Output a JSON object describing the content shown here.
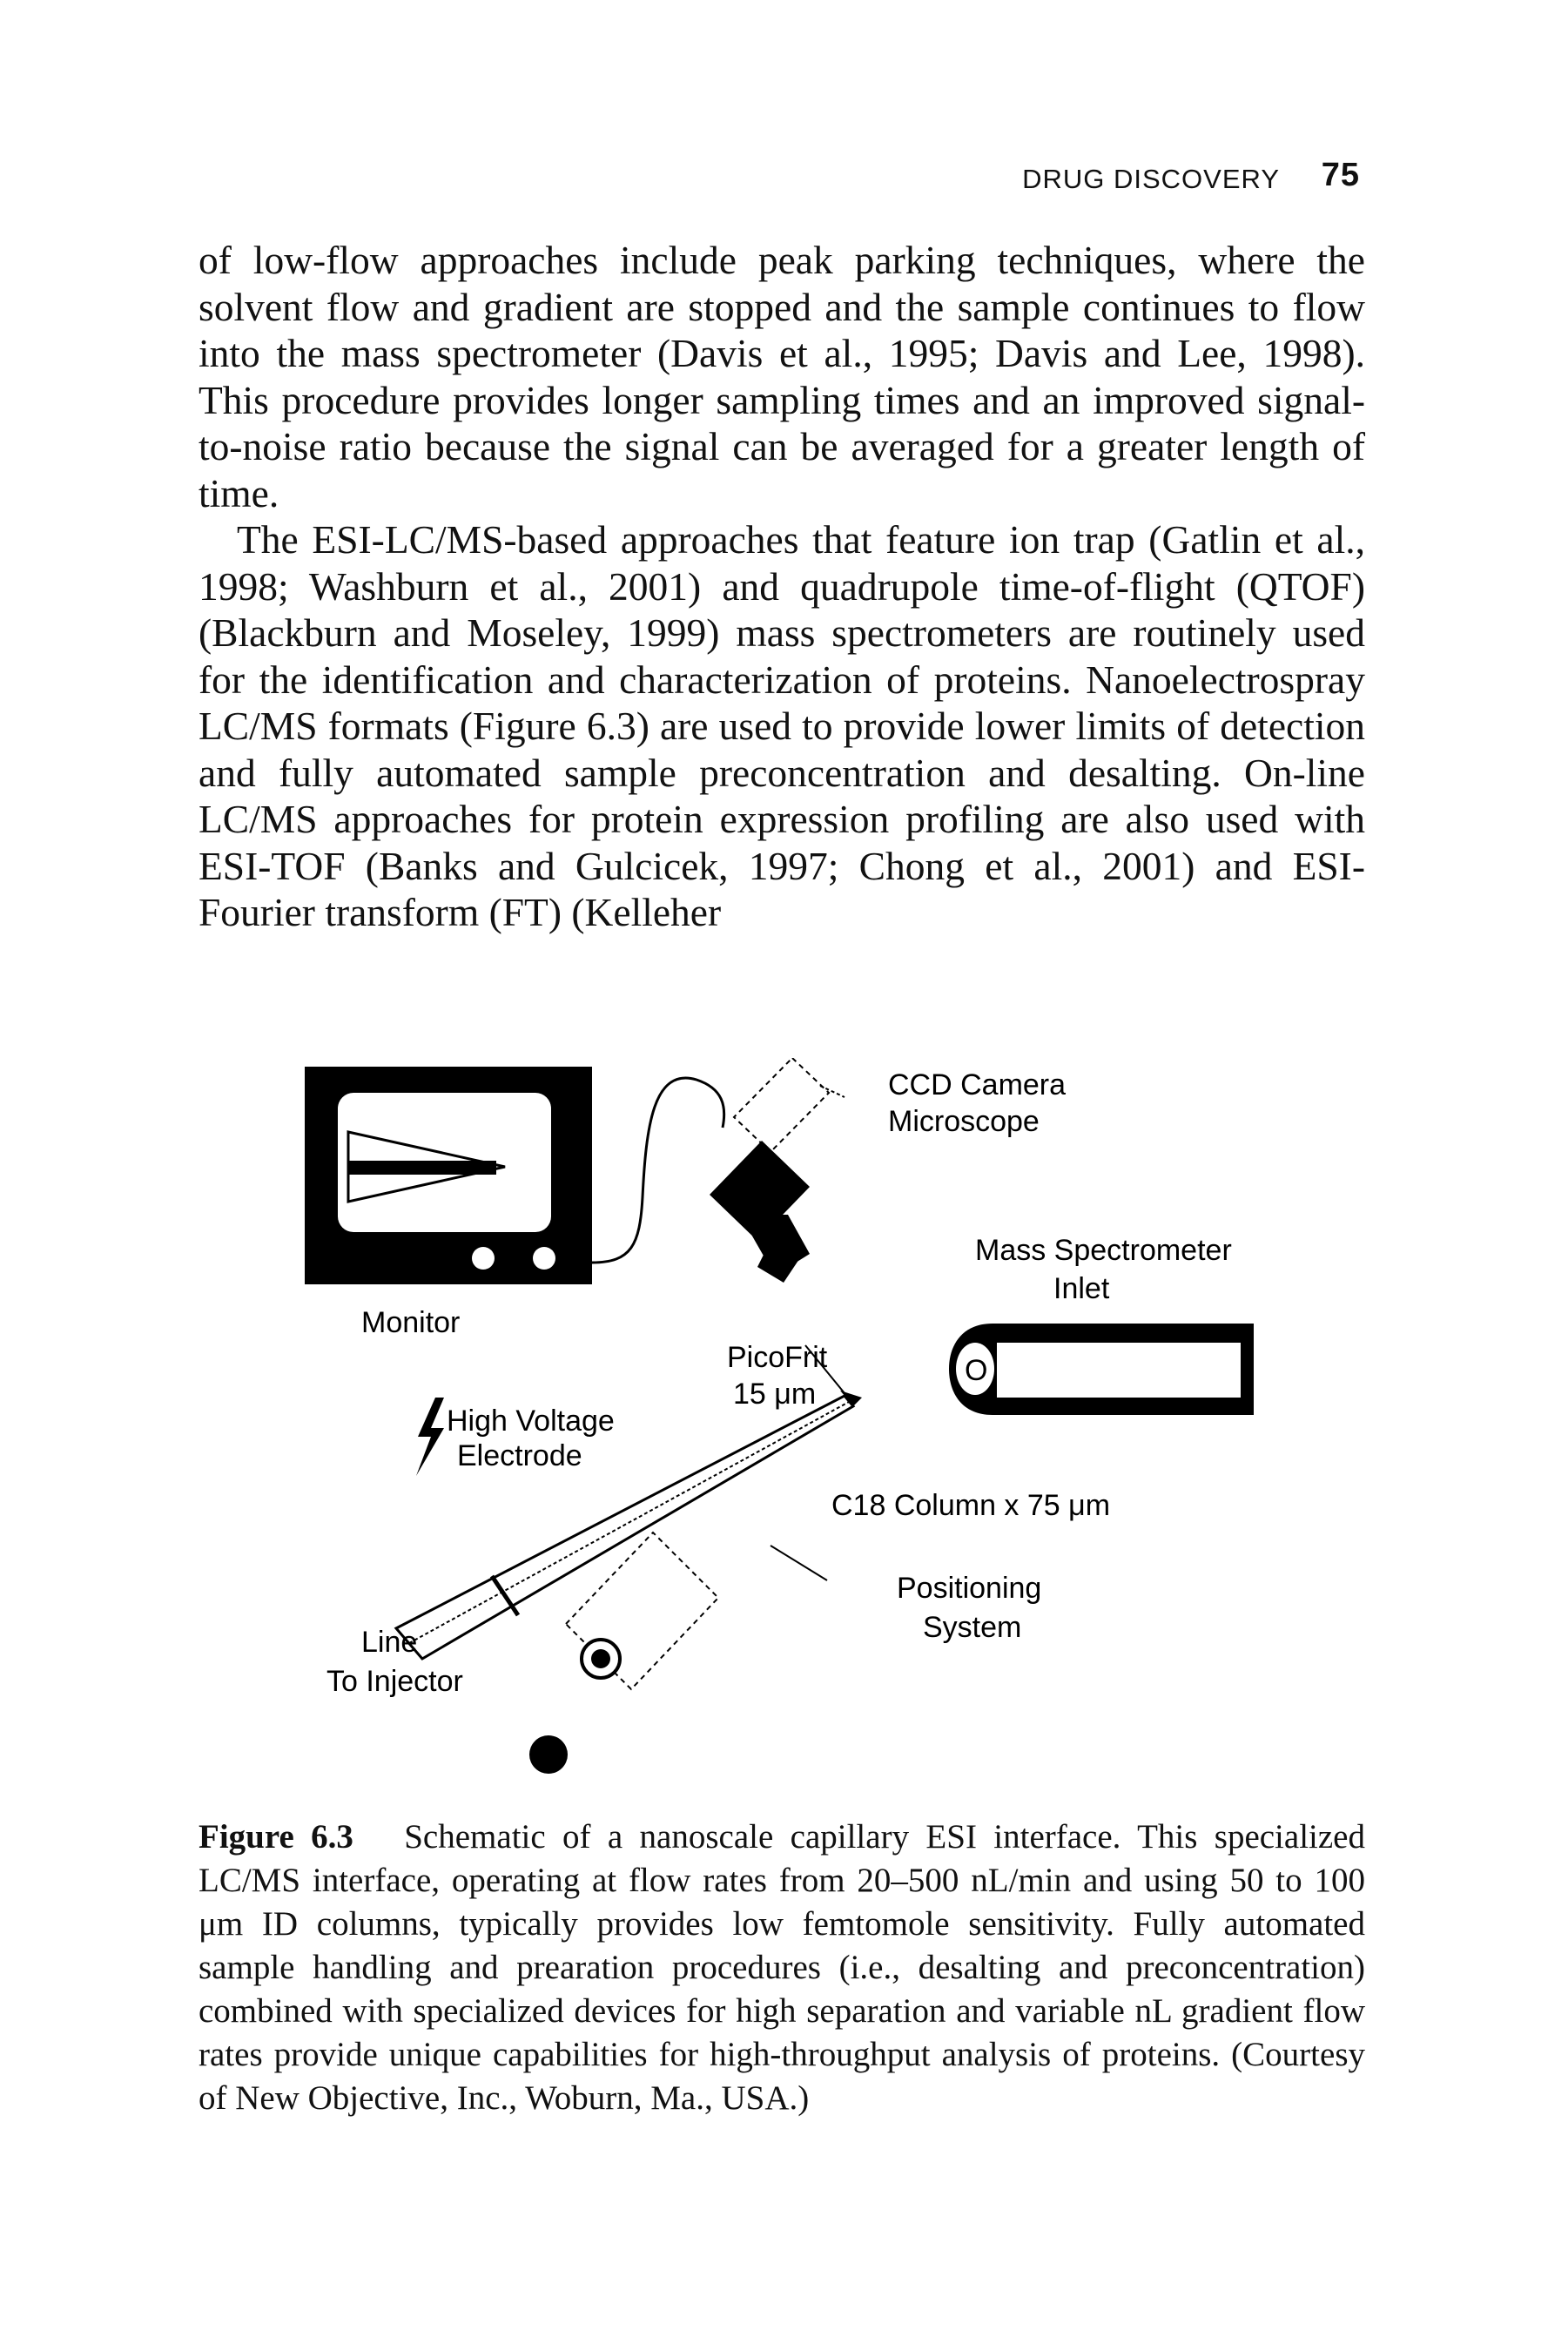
{
  "header": {
    "section": "DRUG DISCOVERY",
    "page_number": "75"
  },
  "paragraphs": [
    "of low-flow approaches include peak parking techniques, where the solvent flow and gradient are stopped and the sample continues to flow into the mass spectrometer (Davis et al., 1995; Davis and Lee, 1998). This procedure provides longer sampling times and an improved signal-to-noise ratio because the signal can be averaged for a greater length of time.",
    "The ESI-LC/MS-based approaches that feature ion trap (Gatlin et al., 1998; Washburn et al., 2001) and quadrupole time-of-flight (QTOF) (Blackburn and Moseley, 1999) mass spectrometers are routinely used for the identification and characterization of proteins. Nanoelectrospray LC/MS formats (Figure 6.3) are used to provide lower limits of detection and fully automated sample preconcentration and desalting. On-line LC/MS approaches for protein expression profiling are also used with ESI-TOF (Banks and Gulcicek, 1997; Chong et al., 2001) and ESI-Fourier transform (FT) (Kelleher"
  ],
  "figure": {
    "labels": {
      "ccd_line1": "CCD Camera",
      "ccd_line2": "Microscope",
      "monitor": "Monitor",
      "ms_line1": "Mass Spectrometer",
      "ms_line2": "Inlet",
      "picofrit_line1": "PicoFrit",
      "picofrit_line2": "15 μm",
      "hv_line1": "High Voltage",
      "hv_line2": "Electrode",
      "c18": "C18 Column x 75 μm",
      "pos_line1": "Positioning",
      "pos_line2": "System",
      "line_line1": "Line",
      "line_line2": "To Injector",
      "inlet_mark": "O"
    },
    "caption_label": "Figure 6.3",
    "caption_text": "Schematic of a nanoscale capillary ESI interface. This specialized LC/MS interface, operating at flow rates from 20–500 nL/min and using 50 to 100 μm ID columns, typically provides low femtomole sensitivity. Fully automated sample handling and prearation procedures (i.e., desalting and preconcentration) combined with specialized devices for high separation and variable nL gradient flow rates provide unique capabilities for high-throughput analysis of proteins. (Courtesy of New Objective, Inc., Woburn, Ma., USA.)"
  }
}
